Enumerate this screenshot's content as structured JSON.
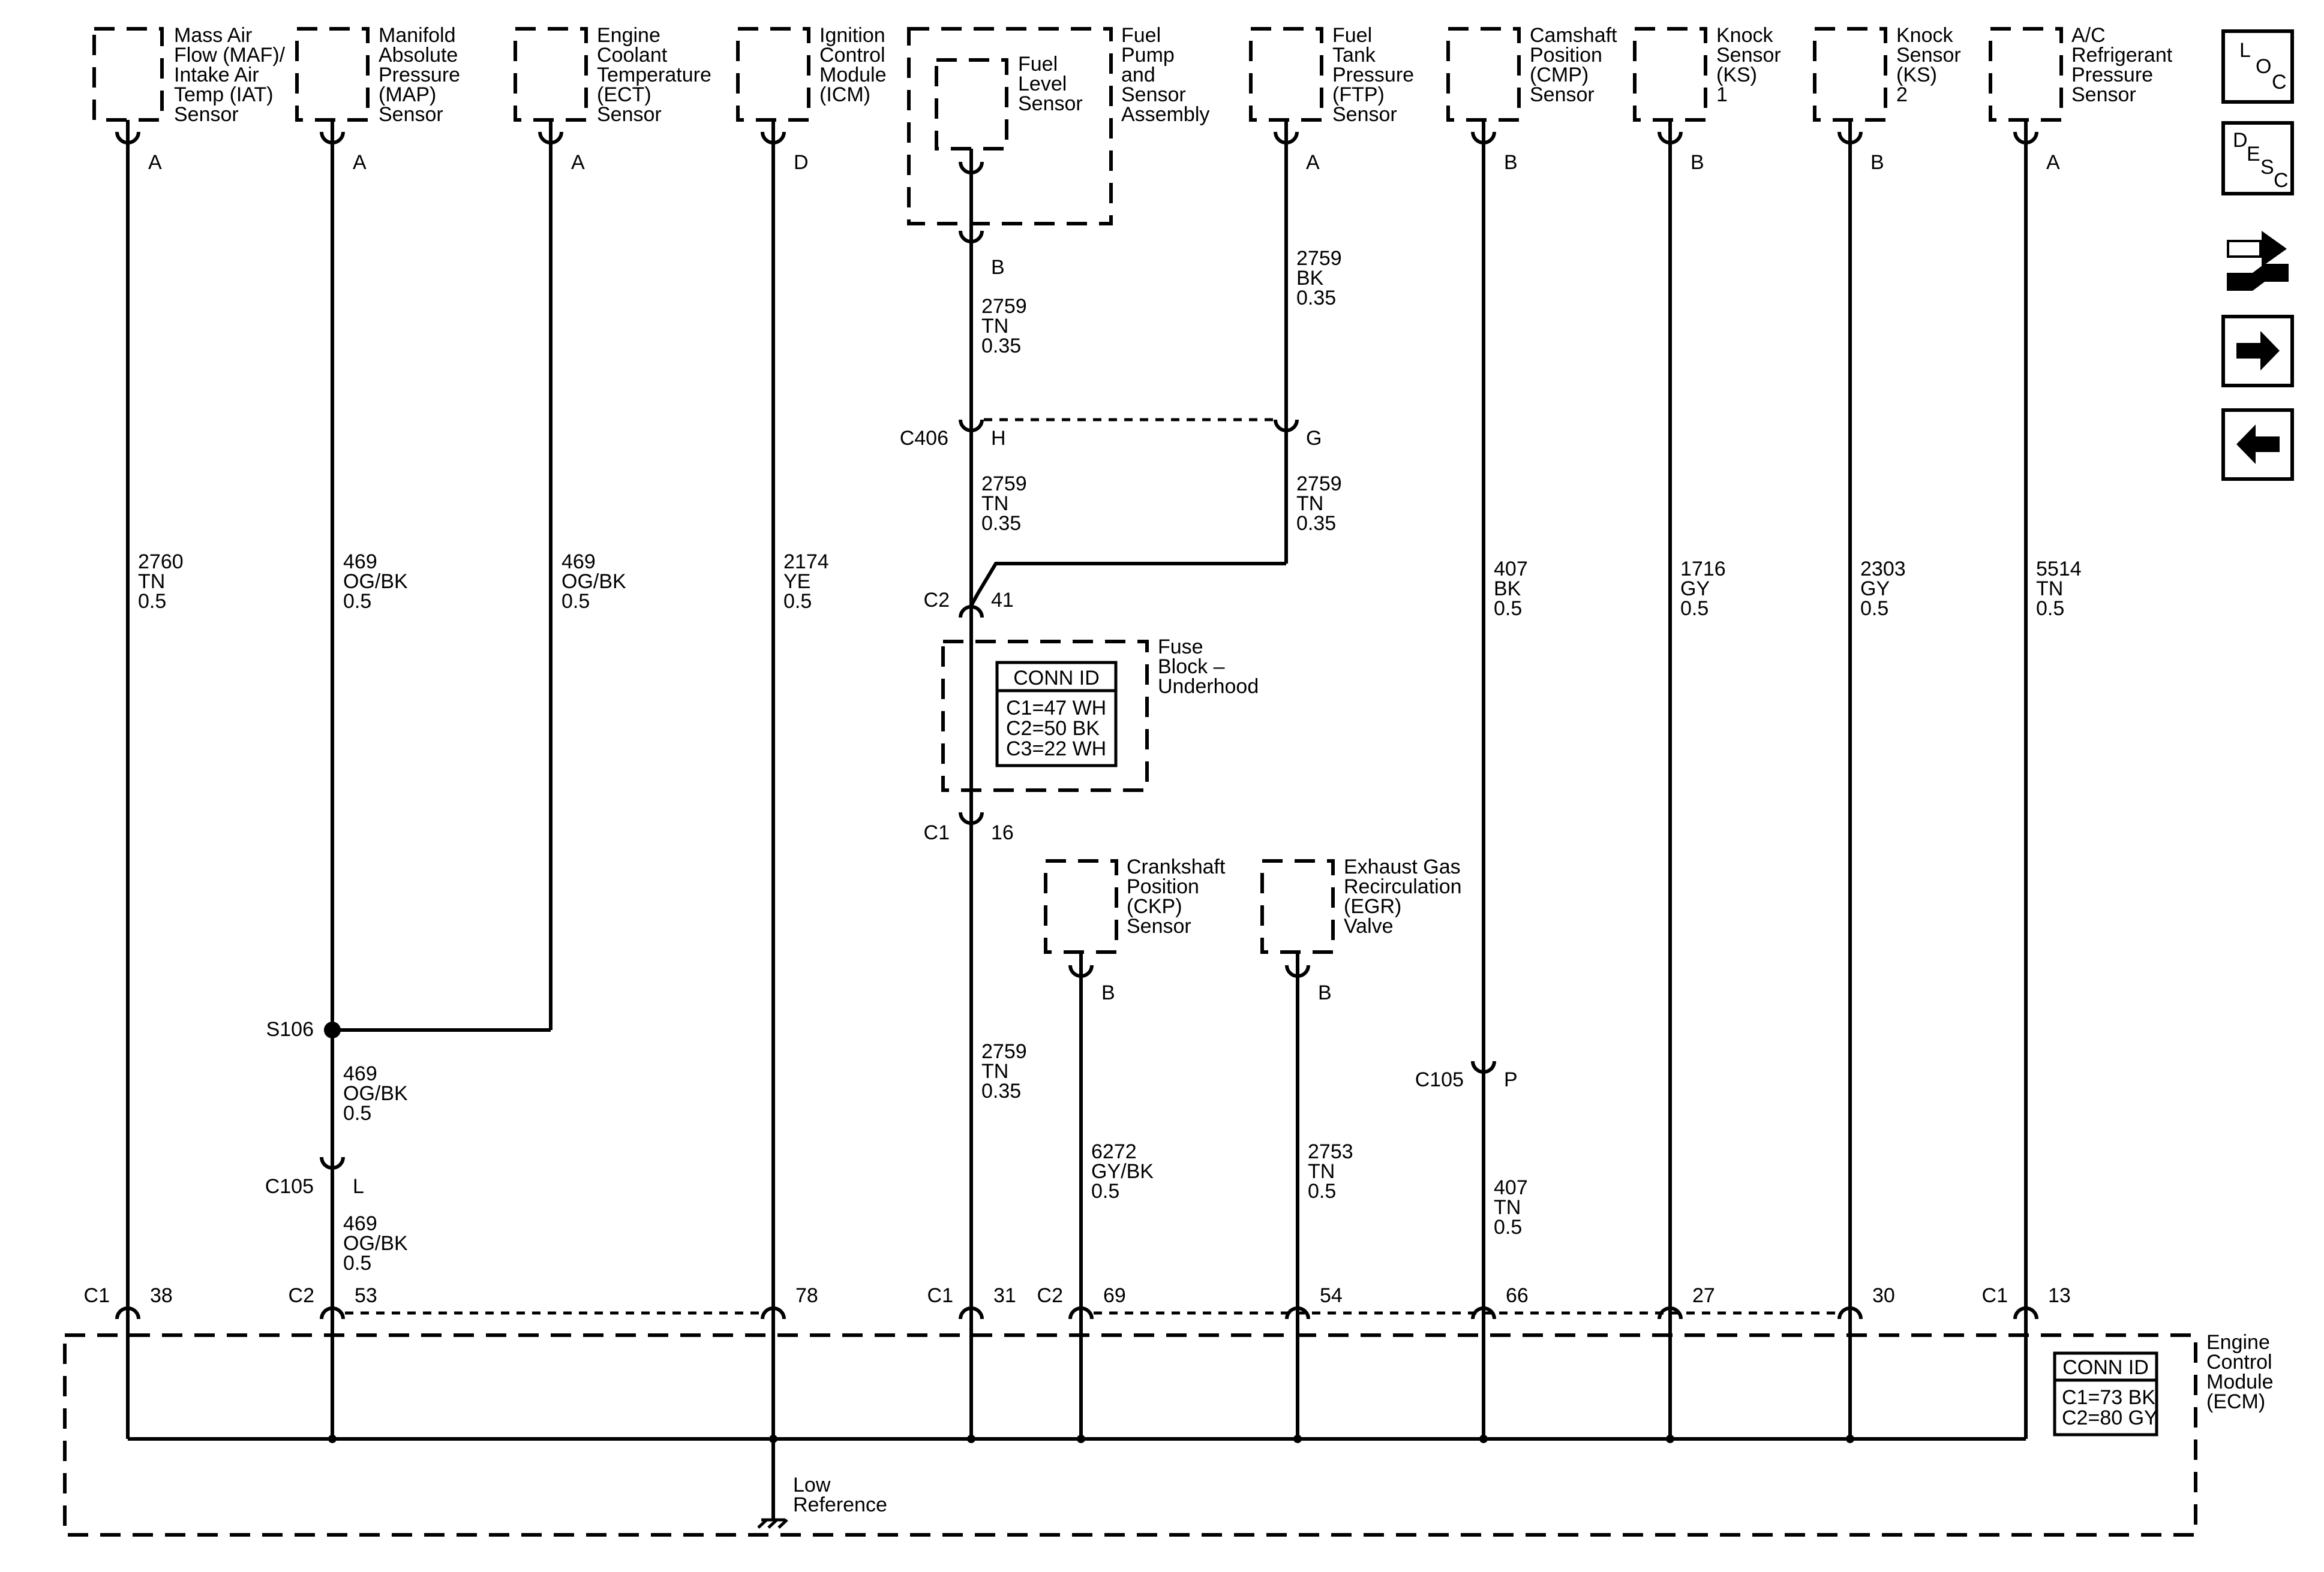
{
  "components": {
    "maf": [
      "Mass Air",
      "Flow (MAF)/",
      "Intake Air",
      "Temp (IAT)",
      "Sensor"
    ],
    "map": [
      "Manifold",
      "Absolute",
      "Pressure",
      "(MAP)",
      "Sensor"
    ],
    "ect": [
      "Engine",
      "Coolant",
      "Temperature",
      "(ECT)",
      "Sensor"
    ],
    "icm": [
      "Ignition",
      "Control",
      "Module",
      "(ICM)"
    ],
    "fuel_pump": [
      "Fuel",
      "Pump",
      "and",
      "Sensor",
      "Assembly"
    ],
    "fuel_level": [
      "Fuel",
      "Level",
      "Sensor"
    ],
    "ftp": [
      "Fuel",
      "Tank",
      "Pressure",
      "(FTP)",
      "Sensor"
    ],
    "cmp": [
      "Camshaft",
      "Position",
      "(CMP)",
      "Sensor"
    ],
    "ks1": [
      "Knock",
      "Sensor",
      "(KS)",
      "1"
    ],
    "ks2": [
      "Knock",
      "Sensor",
      "(KS)",
      "2"
    ],
    "ac": [
      "A/C",
      "Refrigerant",
      "Pressure",
      "Sensor"
    ],
    "ckp": [
      "Crankshaft",
      "Position",
      "(CKP)",
      "Sensor"
    ],
    "egr": [
      "Exhaust Gas",
      "Recirculation",
      "(EGR)",
      "Valve"
    ],
    "fuse_block": [
      "Fuse",
      "Block –",
      "Underhood"
    ],
    "ecm": [
      "Engine",
      "Control",
      "Module",
      "(ECM)"
    ]
  },
  "pins": {
    "maf": "A",
    "map": "A",
    "ect": "A",
    "icm": "D",
    "fuel_level": "B",
    "ftp": "A",
    "cmp": "B",
    "ks1": "B",
    "ks2": "B",
    "ac": "A",
    "ckp": "B",
    "egr": "B",
    "c406_h": "H",
    "c406_g": "G",
    "c2_41": "41",
    "c1_16": "16",
    "c105_l": "L",
    "c105_p": "P"
  },
  "connectors": {
    "c406": "C406",
    "c2_fuse": "C2",
    "c1_fuse": "C1",
    "c105_left": "C105",
    "c105_right": "C105",
    "s106": "S106"
  },
  "wires": {
    "maf": [
      "2760",
      "TN",
      "0.5"
    ],
    "map": [
      "469",
      "OG/BK",
      "0.5"
    ],
    "ect": [
      "469",
      "OG/BK",
      "0.5"
    ],
    "icm": [
      "2174",
      "YE",
      "0.5"
    ],
    "fuel_upper": [
      "2759",
      "TN",
      "0.35"
    ],
    "ftp_upper": [
      "2759",
      "BK",
      "0.35"
    ],
    "fuel_mid": [
      "2759",
      "TN",
      "0.35"
    ],
    "ftp_mid": [
      "2759",
      "TN",
      "0.35"
    ],
    "cmp_upper": [
      "407",
      "BK",
      "0.5"
    ],
    "ks1": [
      "1716",
      "GY",
      "0.5"
    ],
    "ks2": [
      "2303",
      "GY",
      "0.5"
    ],
    "ac": [
      "5514",
      "TN",
      "0.5"
    ],
    "map_splice": [
      "469",
      "OG/BK",
      "0.5"
    ],
    "map_lower": [
      "469",
      "OG/BK",
      "0.5"
    ],
    "fuel_lower": [
      "2759",
      "TN",
      "0.35"
    ],
    "ckp": [
      "6272",
      "GY/BK",
      "0.5"
    ],
    "egr": [
      "2753",
      "TN",
      "0.5"
    ],
    "cmp_lower": [
      "407",
      "TN",
      "0.5"
    ]
  },
  "conn_id": {
    "title": "CONN ID",
    "fuse": [
      "C1=47 WH",
      "C2=50 BK",
      "C3=22 WH"
    ],
    "ecm": [
      "C1=73 BK",
      "C2=80 GY"
    ]
  },
  "ecm_pins": {
    "maf_conn": "C1",
    "maf_pin": "38",
    "map_conn": "C2",
    "map_pin": "53",
    "icm_pin": "78",
    "fuel_conn": "C1",
    "fuel_pin": "31",
    "ckp_conn": "C2",
    "ckp_pin": "69",
    "egr_pin": "54",
    "cmp_pin": "66",
    "ks1_pin": "27",
    "ks2_pin": "30",
    "ac_conn": "C1",
    "ac_pin": "13"
  },
  "ground_label": [
    "Low",
    "Reference"
  ],
  "nav": {
    "loc": [
      "L",
      "O",
      "C"
    ],
    "desc": [
      "D",
      "E",
      "S",
      "C"
    ],
    "icons": [
      "connector-repair-icon",
      "next-arrow-icon",
      "previous-arrow-icon"
    ]
  }
}
